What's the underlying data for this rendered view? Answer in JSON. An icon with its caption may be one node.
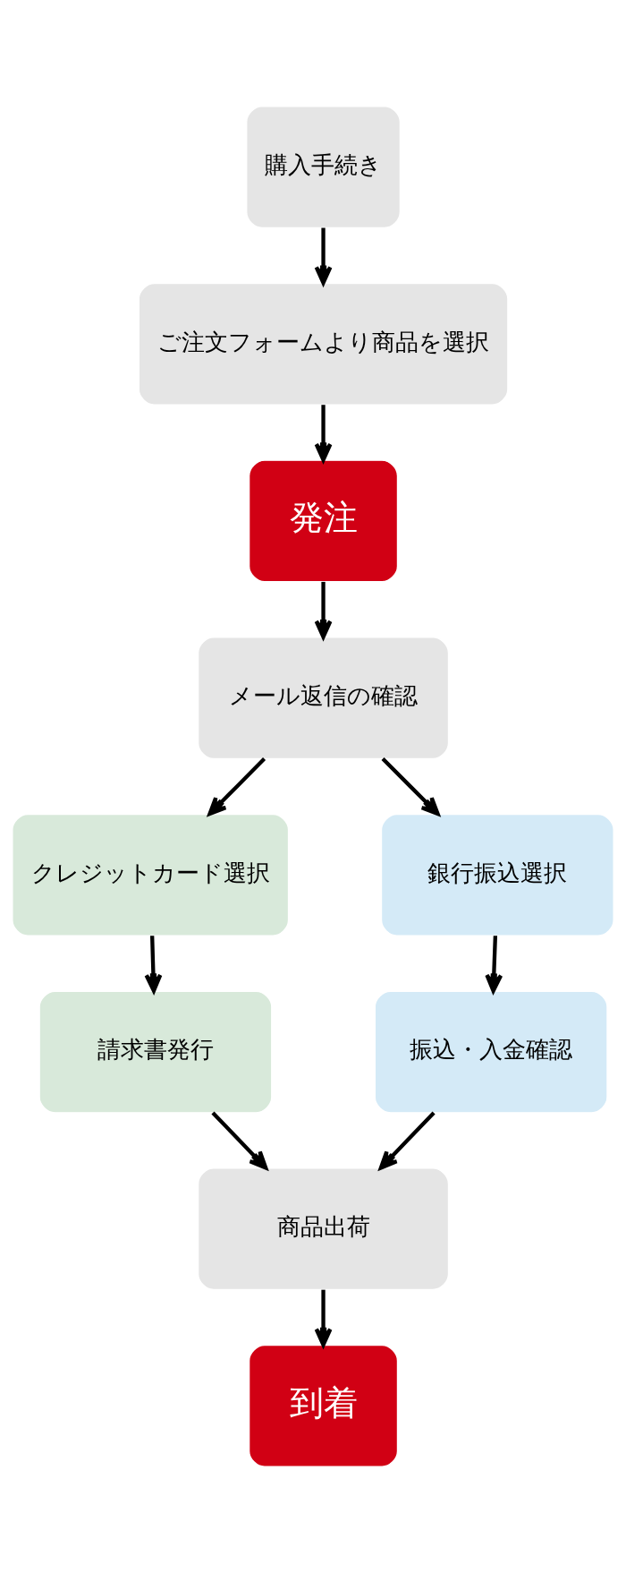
{
  "diagram": {
    "nodes": [
      {
        "text": [
          "購入手続き"
        ]
      },
      {
        "text": [
          "ご注文フォームより商品を選択"
        ]
      },
      {
        "text": [
          "発注"
        ]
      },
      {
        "text": [
          "メール返信の確認"
        ]
      },
      {
        "text": [
          "クレジットカード選択"
        ]
      },
      {
        "text": [
          "銀行振込選択"
        ]
      },
      {
        "text": [
          "請求書発行"
        ]
      },
      {
        "text": [
          "振込・入金確認"
        ]
      },
      {
        "text": [
          "商品出荷"
        ]
      },
      {
        "text": [
          "到着"
        ]
      }
    ],
    "edges": [
      {
        "from": 0,
        "to": 1,
        "arrow": "to"
      },
      {
        "from": 1,
        "to": 2,
        "arrow": "to"
      },
      {
        "from": 2,
        "to": 3,
        "arrow": "to"
      },
      {
        "from": 3,
        "to": 4,
        "arrow": "to"
      },
      {
        "from": 3,
        "to": 5,
        "arrow": "to"
      },
      {
        "from": 4,
        "to": 6,
        "arrow": "to"
      },
      {
        "from": 5,
        "to": 7,
        "arrow": "to"
      },
      {
        "from": 6,
        "to": 8,
        "arrow": "to"
      },
      {
        "from": 7,
        "to": 8,
        "arrow": "to"
      },
      {
        "from": 8,
        "to": 9,
        "arrow": "to"
      }
    ]
  }
}
